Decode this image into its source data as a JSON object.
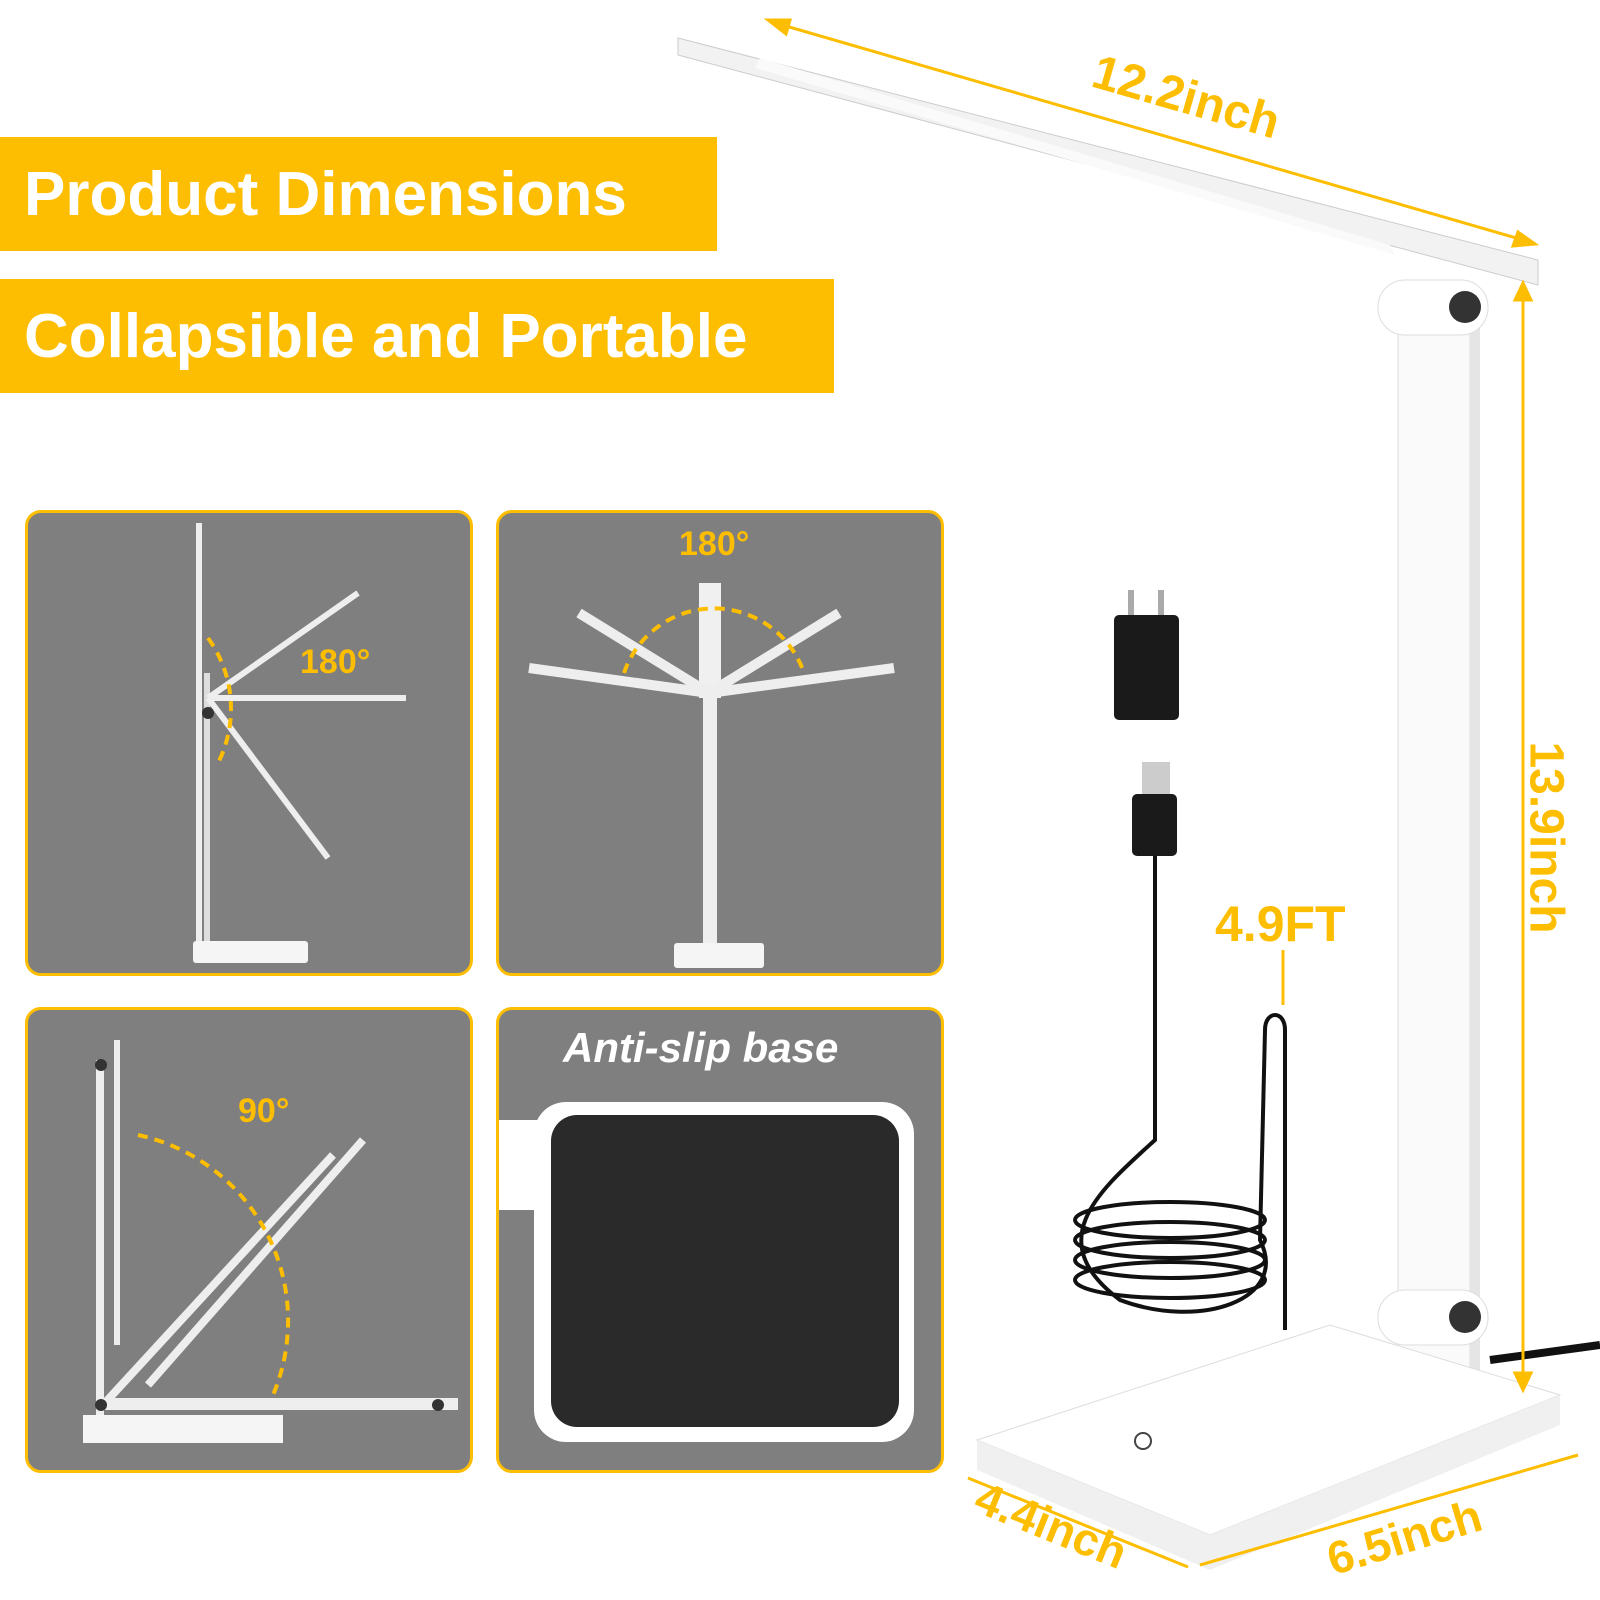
{
  "banners": {
    "title": "Product Dimensions",
    "subtitle": "Collapsible and Portable"
  },
  "panels": {
    "p1_angle": "180°",
    "p2_angle": "180°",
    "p3_angle": "90°",
    "p4_caption": "Anti-slip base"
  },
  "dimensions": {
    "head_length": "12.2inch",
    "height": "13.9inch",
    "cable": "4.9FT",
    "base_depth": "4.4inch",
    "base_width": "6.5inch"
  },
  "colors": {
    "accent": "#FDBD00",
    "panel_bg": "#7f7f7f"
  }
}
